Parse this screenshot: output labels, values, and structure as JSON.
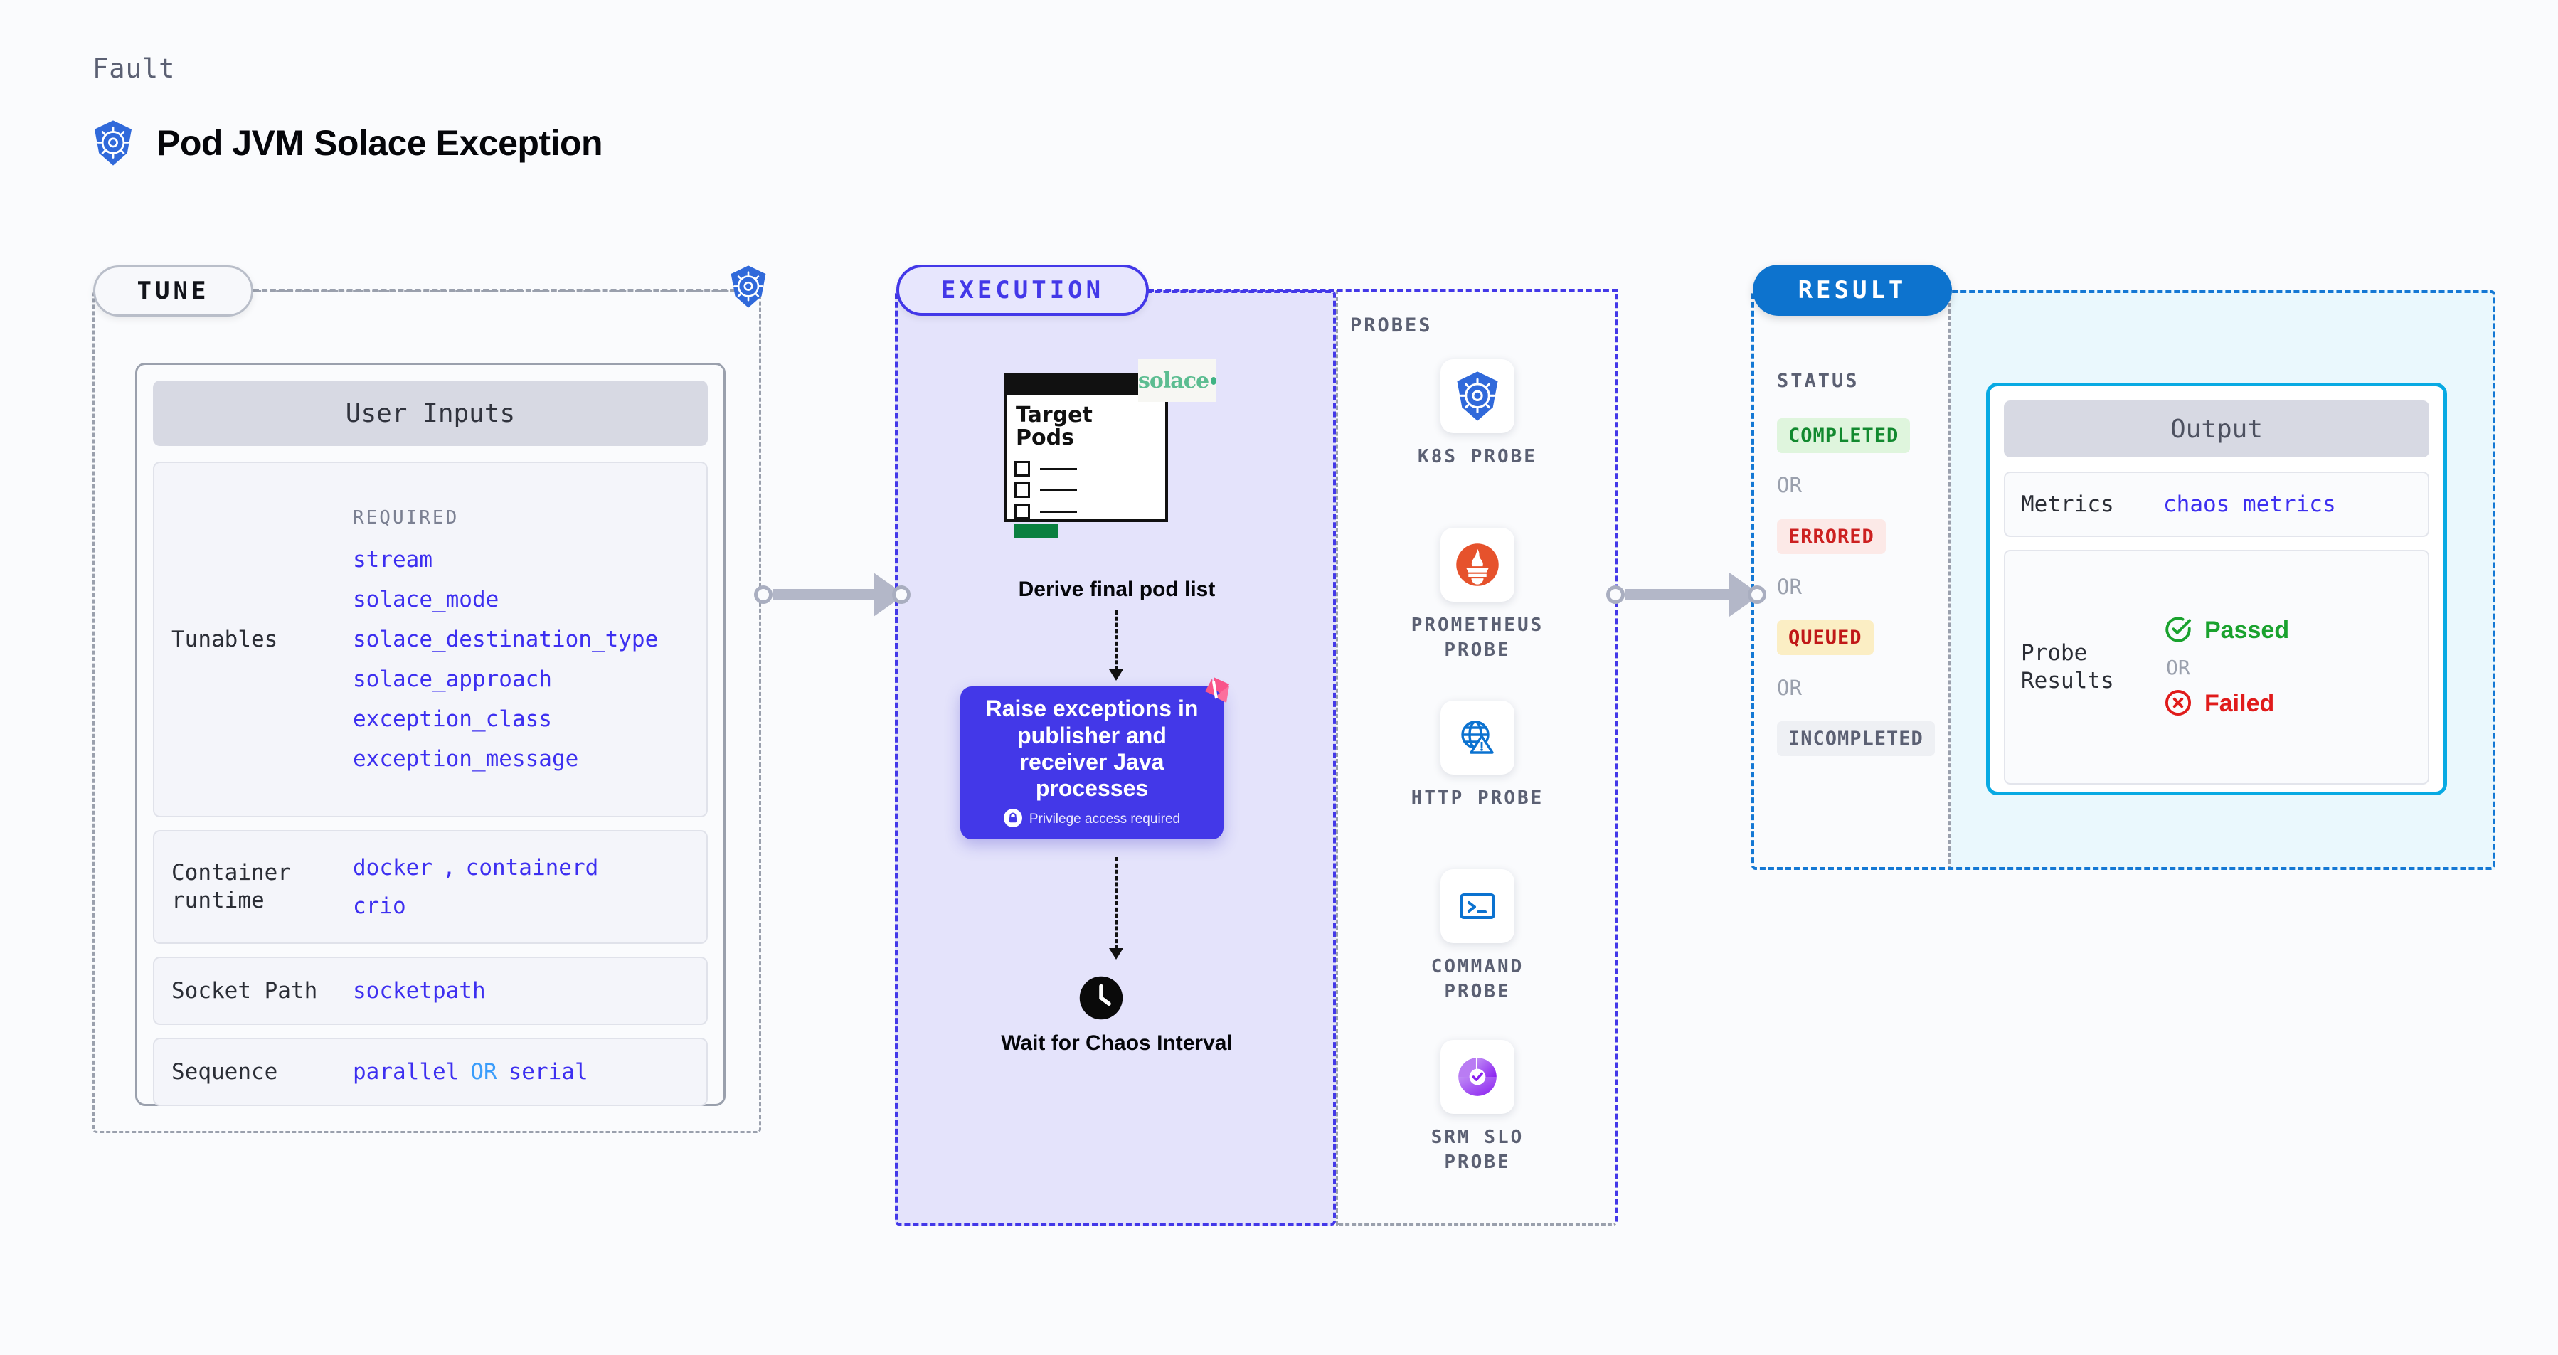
{
  "header": {
    "eyebrow": "Fault",
    "title": "Pod JVM Solace Exception",
    "icon": "kubernetes-icon"
  },
  "tune": {
    "pill_label": "TUNE",
    "node_icon": "kubernetes-icon",
    "card": {
      "header": "User Inputs",
      "rows": [
        {
          "label": "Tunables",
          "group_label": "REQUIRED",
          "values": [
            "stream",
            "solace_mode",
            "solace_destination_type",
            "solace_approach",
            "exception_class",
            "exception_message"
          ]
        },
        {
          "label": "Container runtime",
          "values_line1": [
            "docker",
            "containerd"
          ],
          "separator": ",",
          "values_line2": [
            "crio"
          ]
        },
        {
          "label": "Socket Path",
          "values": [
            "socketpath"
          ]
        },
        {
          "label": "Sequence",
          "values": [
            "parallel",
            "serial"
          ],
          "separator": "OR"
        }
      ]
    }
  },
  "execution": {
    "pill_label": "EXECUTION",
    "flow": {
      "doc": {
        "title_line1": "Target",
        "title_line2": "Pods",
        "badge_text": "solace",
        "badge_icon": "solace-logo"
      },
      "step1_label": "Derive final pod list",
      "action_box": {
        "text": "Raise exceptions in publisher and receiver Java processes",
        "privilege_note": "Privilege access required",
        "privilege_icon": "lock-icon",
        "corner_icon": "litmus-logo",
        "color": "#4338e8"
      },
      "step3_label": "Wait for Chaos Interval",
      "step3_icon": "clock-icon"
    },
    "probes": {
      "section_label": "PROBES",
      "items": [
        {
          "label": "K8S PROBE",
          "icon": "kubernetes-icon"
        },
        {
          "label": "PROMETHEUS PROBE",
          "icon": "prometheus-icon"
        },
        {
          "label": "HTTP PROBE",
          "icon": "http-globe-warning-icon"
        },
        {
          "label": "COMMAND PROBE",
          "icon": "terminal-icon"
        },
        {
          "label": "SRM SLO PROBE",
          "icon": "srm-slo-icon"
        }
      ]
    }
  },
  "result": {
    "pill_label": "RESULT",
    "status_label": "STATUS",
    "statuses": [
      {
        "label": "COMPLETED",
        "text_color": "#12892f",
        "bg_color": "#dff5dd"
      },
      {
        "label": "ERRORED",
        "text_color": "#cc2020",
        "bg_color": "#fce9e7"
      },
      {
        "label": "QUEUED",
        "text_color": "#c01818",
        "bg_color": "#fbeec4"
      },
      {
        "label": "INCOMPLETED",
        "text_color": "#5b6073",
        "bg_color": "#eef0f4"
      }
    ],
    "or_label": "OR",
    "output": {
      "header": "Output",
      "metrics_label": "Metrics",
      "metrics_value": "chaos metrics",
      "probe_results_label": "Probe Results",
      "passed_label": "Passed",
      "passed_icon": "check-circle-icon",
      "failed_label": "Failed",
      "failed_icon": "x-circle-icon",
      "or_label": "OR",
      "accent_color": "#08aae3"
    }
  },
  "colors": {
    "tune_border": "#9aa0ad",
    "execution": "#4338e8",
    "result": "#1478d4",
    "keyword": "#3d2ff0",
    "or_keyword": "#3a9dfb"
  }
}
